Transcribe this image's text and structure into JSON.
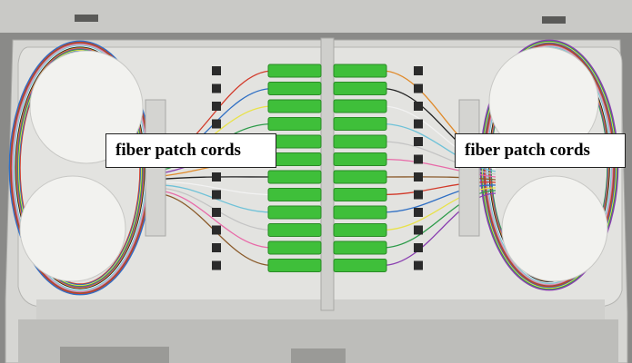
{
  "labels": {
    "left": "fiber patch cords",
    "right": "fiber patch cords"
  },
  "colors": {
    "enclosure": "#d9d9d6",
    "tray": "#e4e4e1",
    "adapter_green": "#3fbf3a",
    "fiber_palette": [
      "#d23a2a",
      "#2f6fc4",
      "#e8e24a",
      "#2d9b4a",
      "#8a3fb0",
      "#e08a2a",
      "#222222",
      "#f2f2f2",
      "#6fc2d8",
      "#c4c4c4",
      "#e86aa8",
      "#8a5a2a"
    ]
  },
  "scene": {
    "adapter_count": 12
  }
}
